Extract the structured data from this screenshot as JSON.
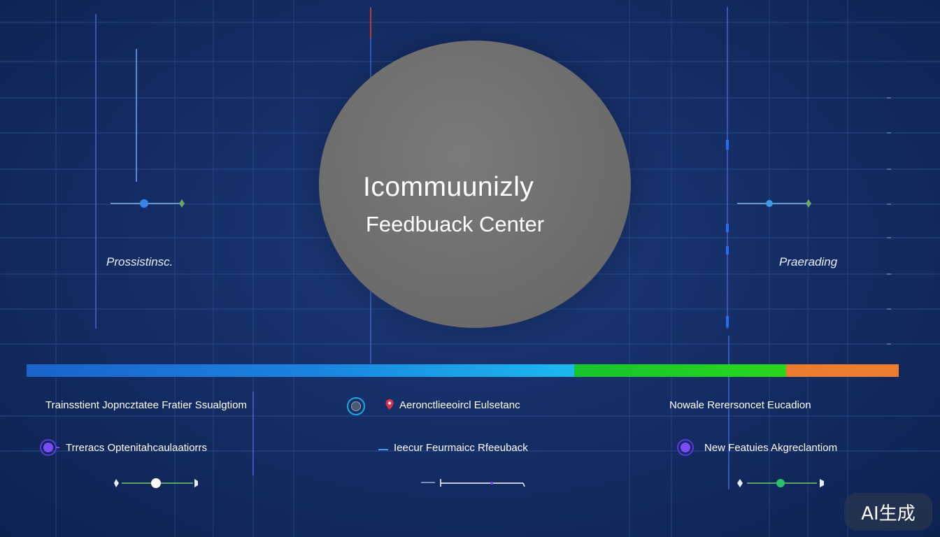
{
  "hero": {
    "title": "Icommuunizly",
    "subtitle": "Feedbuack Center"
  },
  "side_labels": {
    "left": "Prossistinsc.",
    "right": "Praerading"
  },
  "progress": {
    "segments": [
      {
        "name": "blue",
        "color": "#1b86df",
        "fraction": 0.628
      },
      {
        "name": "green",
        "color": "#22cf22",
        "fraction": 0.243
      },
      {
        "name": "orange",
        "color": "#ee7e2f",
        "fraction": 0.129
      }
    ]
  },
  "items": {
    "row1": [
      {
        "label": "Trainsstient Jopncztatee Fratier Ssualgtiom"
      },
      {
        "label": "Aeronctlieeoircl Eulsetanc",
        "icon": "location-pin-icon"
      },
      {
        "label": "Nowale Rerersoncet Eucadion"
      }
    ],
    "row2": [
      {
        "label": "Trreracs Optenitahcaulaatiorrs",
        "icon": "gear-icon"
      },
      {
        "label": "Ieecur Feurmaicc Rfeeuback",
        "icon": "dash-icon"
      },
      {
        "label": "New Featuies Akgreclantiom",
        "icon": "gear-icon"
      }
    ]
  },
  "center_icon": "target-icon",
  "watermark": "AI生成",
  "colors": {
    "background": "#152e66",
    "circle": "#6e6e6e",
    "accent_purple": "#6a3df0",
    "accent_cyan": "#1cb8ef"
  }
}
